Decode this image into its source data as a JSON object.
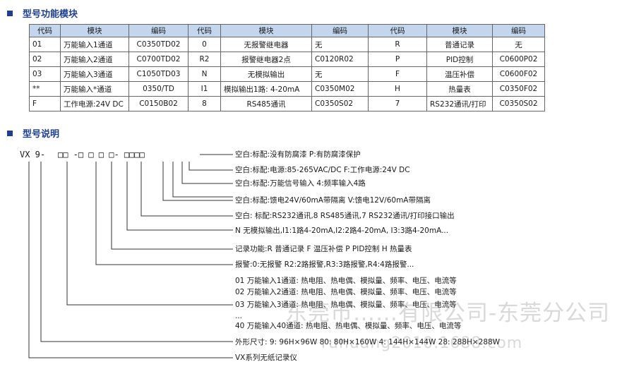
{
  "section1_title": "型号功能模块",
  "section2_title": "型号说明",
  "table": {
    "headers": [
      "代码",
      "模块",
      "编码",
      "代码",
      "模块",
      "编码",
      "代码",
      "模块",
      "编码"
    ],
    "rows": [
      [
        "01",
        "万能输入1通道",
        "C0350TD02",
        "0",
        "无报警继电器",
        "无",
        "R",
        "普通记录",
        "无"
      ],
      [
        "02",
        "万能输入2通道",
        "C0700TD02",
        "R2",
        "报警继电器2点",
        "C0120R02",
        "P",
        "PID控制",
        "C0600P02"
      ],
      [
        "03",
        "万能输入3通道",
        "C1050TD03",
        "N",
        "无模拟输出",
        "无",
        "F",
        "温压补偿",
        "C0600F02"
      ],
      [
        "**",
        "万能输入*通道",
        "0350/TD",
        "I1",
        "模拟输出1路: 4-20mA",
        "C0350M02",
        "H",
        "热量表",
        "C0350F02"
      ],
      [
        "F",
        "工作电源:24V DC",
        "C0150B02",
        "8",
        "RS485通讯",
        "C0350S02",
        "7",
        "RS232通讯/打印",
        "C0350S02"
      ]
    ]
  },
  "model": {
    "prefix": "VX 9-",
    "boxes": "□□ -□ □ □ □- □□□□"
  },
  "explanations": [
    "空白:标配:没有防腐漆 P:有防腐漆保护",
    "空白:标配:电源:85-265VAC/DC  F:工作电源:24V DC",
    "空白:标配:万能信号输入 4:频率输入4路",
    "空白:标配:馈电24V/60mA带隔离 V:馈电12V/60mA带隔离",
    "空白: 标配:RS232通讯,8 RS485通讯,7 RS232通讯/打印接口输出",
    "N 无模拟输出,I1:1路4-20mA,I2:2路4-20mA, I3:3路4-20mA...",
    "记录功能:R 普通记录 F 温压补偿 P PID控制 H 热量表",
    "报警:0:无报警 R2:2路报警,R3:3路报警,R4:4路报警...",
    "外形尺寸: 9: 96H×96W 80: 80H×160W 4: 144H×144W 28: 288H×288W",
    "VX系列无纸记录仪"
  ],
  "channels": {
    "lines": [
      "01   万能输入1通道: 热电阻、热电偶、模拟量、频率、电压、电流等",
      "02   万能输入2通道: 热电阻、热电偶、模拟量、频率、电压、电流等",
      "03   万能输入3通道: 热电阻、热电偶、模拟量、频率、电压、电流等",
      "...",
      "40   万能输入40通道: 热电阻、热电偶、模拟量、频率、电压、电流等"
    ]
  },
  "watermark": {
    "line1": "东莞市……有限公司-东莞分公司",
    "line2": "runuang2010.1688.com"
  }
}
